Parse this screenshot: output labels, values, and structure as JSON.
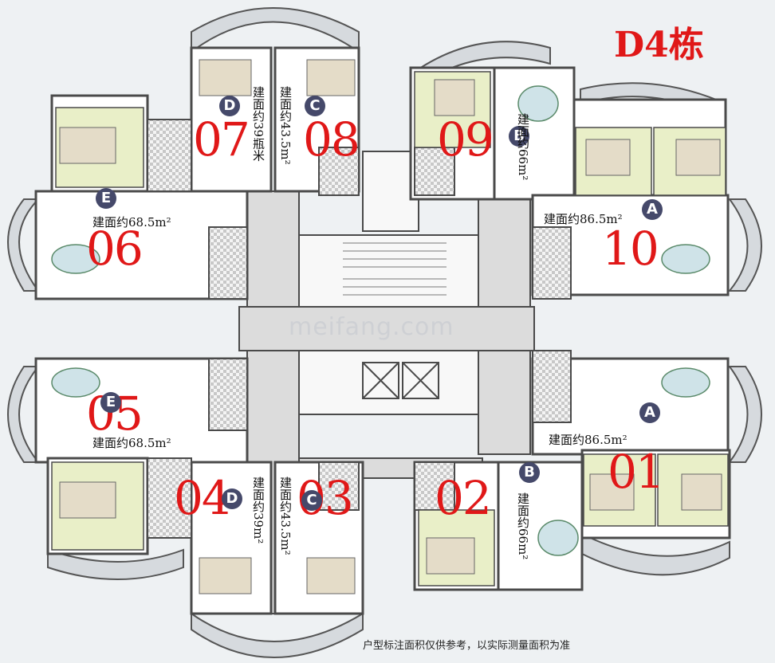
{
  "title": "D4栋",
  "watermark": "meifang.com",
  "footnote": "户型标注面积仅供参考，以实际测量面积为准",
  "units": [
    {
      "id": "01",
      "type": "A",
      "area": "建面约86.5m²"
    },
    {
      "id": "02",
      "type": "B",
      "area": "建面约66m²"
    },
    {
      "id": "03",
      "type": "C",
      "area": "建面约43.5m²"
    },
    {
      "id": "04",
      "type": "D",
      "area": "建面约39m²"
    },
    {
      "id": "05",
      "type": "E",
      "area": "建面约68.5m²"
    },
    {
      "id": "06",
      "type": "E",
      "area": "建面约68.5m²"
    },
    {
      "id": "07",
      "type": "D",
      "area": "建面约39瓶米"
    },
    {
      "id": "08",
      "type": "C",
      "area": "建面约43.5m²"
    },
    {
      "id": "09",
      "type": "B",
      "area": "建面约66m²"
    },
    {
      "id": "10",
      "type": "A",
      "area": "建面约86.5m²"
    }
  ],
  "colors": {
    "unit_number": "#e01818",
    "badge": "#45496a",
    "wall": "#4a4a4a",
    "corridor": "#dcdcdc",
    "bedroom": "#e9efc8",
    "balcony": "#d6dade"
  }
}
